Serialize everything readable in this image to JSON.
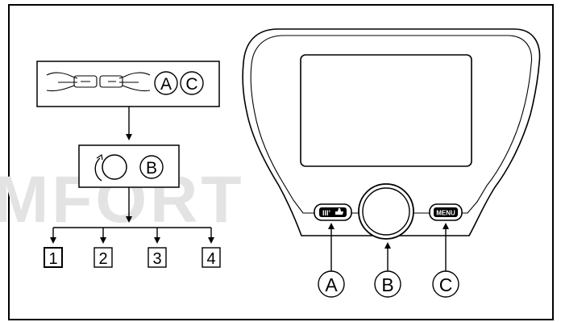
{
  "watermark": "MFORT",
  "flow": {
    "step1_labels": [
      "A",
      "C"
    ],
    "step2_label": "B",
    "options": [
      "1",
      "2",
      "3",
      "4"
    ]
  },
  "panel": {
    "button_a_icon": "III’",
    "button_c_text": "MENU",
    "callouts": [
      "A",
      "B",
      "C"
    ]
  },
  "icons": [
    "hand-press-icon",
    "rotate-arrow-icon",
    "seat-heat-icon",
    "knob-icon"
  ]
}
